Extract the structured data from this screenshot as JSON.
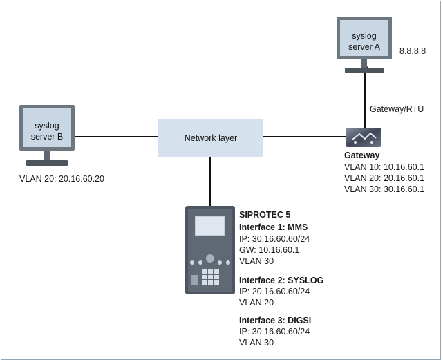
{
  "server_a": {
    "line1": "syslog",
    "line2": "server A",
    "ip": "8.8.8.8"
  },
  "server_b": {
    "line1": "syslog",
    "line2": "server B",
    "vlan": "VLAN 20:  20.16.60.20"
  },
  "network": {
    "label": "Network layer"
  },
  "gateway_link_label": "Gateway/RTU",
  "gateway": {
    "title": "Gateway",
    "vlans": [
      "VLAN 10:  10.16.60.1",
      "VLAN 20:  20.16.60.1",
      "VLAN 30:  30.16.60.1"
    ]
  },
  "siprotec": {
    "title": "SIPROTEC 5",
    "if1": {
      "title": "Interface 1: MMS",
      "ip": "IP:  30.16.60.60/24",
      "gw": "GW:  10.16.60.1",
      "vlan": "VLAN 30"
    },
    "if2": {
      "title": "Interface 2: SYSLOG",
      "ip": "IP:  20.16.60.60/24",
      "vlan": "VLAN 20"
    },
    "if3": {
      "title": "Interface 3: DIGSI",
      "ip": "IP:  30.16.60.60/24",
      "vlan": "VLAN 30"
    }
  },
  "colors": {
    "frame": "#8fa6b8",
    "network_box": "#d6e1ee",
    "monitor_screen": "#c9d6e4",
    "monitor_bezel": "#6d7780"
  }
}
